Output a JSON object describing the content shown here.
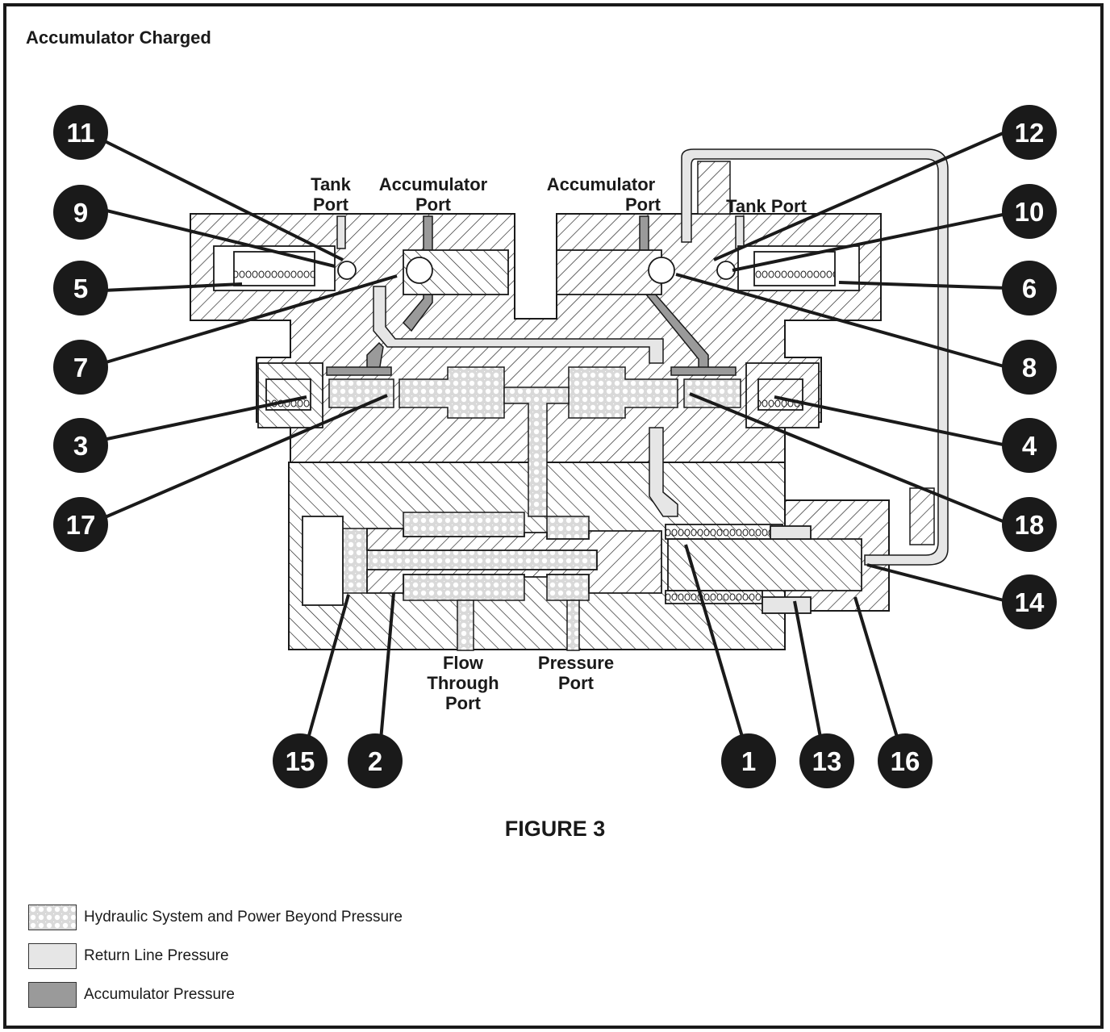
{
  "title": "Accumulator Charged",
  "figure_caption": "FIGURE 3",
  "port_labels": {
    "tank_port_left_1": "Tank",
    "tank_port_left_2": "Port",
    "accumulator_port_left_1": "Accumulator",
    "accumulator_port_left_2": "Port",
    "accumulator_port_right_1": "Accumulator",
    "accumulator_port_right_2": "Port",
    "tank_port_right": "Tank Port",
    "flow_through_port_1": "Flow",
    "flow_through_port_2": "Through",
    "flow_through_port_3": "Port",
    "pressure_port_1": "Pressure",
    "pressure_port_2": "Port"
  },
  "callouts": [
    "11",
    "9",
    "5",
    "7",
    "3",
    "17",
    "15",
    "2",
    "1",
    "13",
    "16",
    "14",
    "18",
    "4",
    "8",
    "6",
    "10",
    "12"
  ],
  "legend": [
    {
      "label": "Hydraulic System and Power Beyond  Pressure",
      "pattern": "dotted"
    },
    {
      "label": "Return Line Pressure",
      "color": "#e6e6e6"
    },
    {
      "label": "Accumulator Pressure",
      "color": "#9a9a9a"
    }
  ],
  "colors": {
    "body": "#ffffff",
    "return": "#e6e6e6",
    "accumulator": "#9a9a9a",
    "ink": "#1a1a1a"
  }
}
